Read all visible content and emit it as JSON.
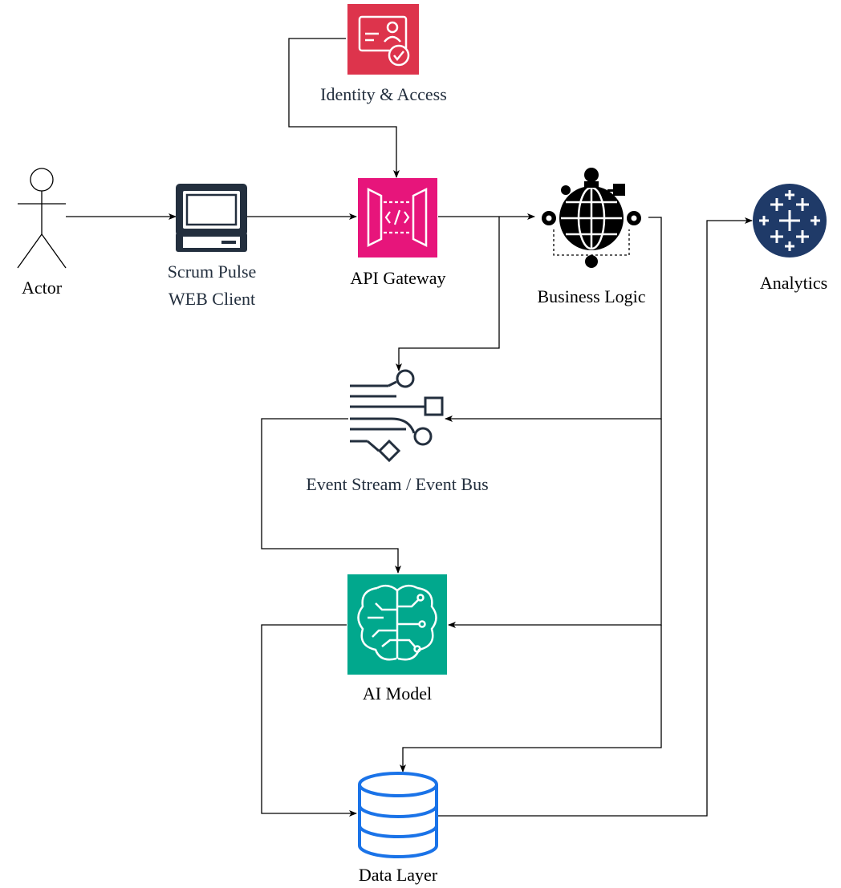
{
  "nodes": {
    "actor": {
      "label": "Actor",
      "icon": "actor-stick-figure-icon"
    },
    "web_client": {
      "label_line1": "Scrum Pulse",
      "label_line2": "WEB Client",
      "icon": "desktop-computer-icon"
    },
    "identity": {
      "label": "Identity & Access",
      "icon": "identity-card-check-icon",
      "color": "#dd344c"
    },
    "api_gateway": {
      "label": "API Gateway",
      "icon": "api-gateway-icon",
      "color": "#e7157b"
    },
    "business_logic": {
      "label": "Business Logic",
      "icon": "globe-network-icon"
    },
    "analytics": {
      "label": "Analytics",
      "icon": "analytics-crosses-icon",
      "color": "#1f3a68"
    },
    "event_stream": {
      "label": "Event Stream / Event Bus",
      "icon": "event-stream-icon"
    },
    "ai_model": {
      "label": "AI Model",
      "icon": "brain-circuit-icon",
      "color": "#01a88d"
    },
    "data_layer": {
      "label": "Data Layer",
      "icon": "database-cylinder-icon",
      "color": "#1a73e8"
    }
  },
  "colors": {
    "edge": "#000000",
    "label_dark": "#000000",
    "label_grey": "#232f3e"
  },
  "edges": [
    {
      "from": "actor",
      "to": "web_client"
    },
    {
      "from": "web_client",
      "to": "api_gateway"
    },
    {
      "from": "identity",
      "to": "api_gateway"
    },
    {
      "from": "api_gateway",
      "to": "business_logic"
    },
    {
      "from": "api_gateway",
      "to": "event_stream"
    },
    {
      "from": "business_logic",
      "to": "event_stream"
    },
    {
      "from": "business_logic",
      "to": "ai_model"
    },
    {
      "from": "business_logic",
      "to": "data_layer"
    },
    {
      "from": "event_stream",
      "to": "ai_model"
    },
    {
      "from": "ai_model",
      "to": "data_layer"
    },
    {
      "from": "data_layer",
      "to": "analytics"
    }
  ]
}
